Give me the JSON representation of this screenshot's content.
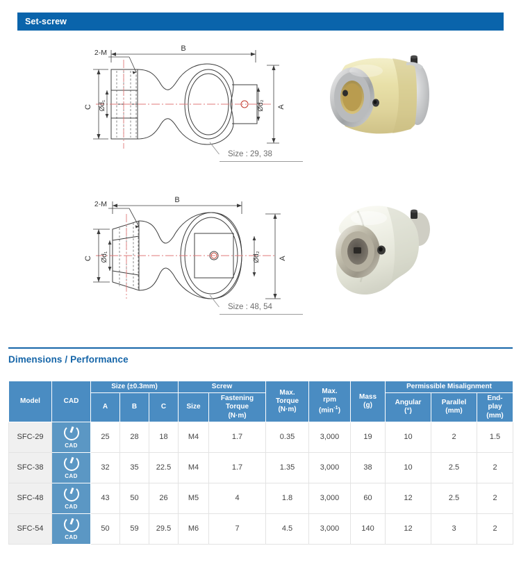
{
  "section": {
    "title": "Set-screw"
  },
  "figures": [
    {
      "id": "figure-size-29-38",
      "size_label": "Size : 29, 38",
      "drawing": {
        "callout_screw": "2-M",
        "dim_b": "B",
        "dim_a": "A",
        "dim_c": "C",
        "dim_d1": "Ød₁",
        "dim_d2": "Ød₂"
      },
      "photo_alt": "set-screw coupling beige"
    },
    {
      "id": "figure-size-48-54",
      "size_label": "Size : 48, 54",
      "drawing": {
        "callout_screw": "2-M",
        "dim_b": "B",
        "dim_a": "A",
        "dim_c": "C",
        "dim_d1": "Ød₁",
        "dim_d2": "Ød₂"
      },
      "photo_alt": "set-screw coupling white"
    }
  ],
  "performance": {
    "title": "Dimensions / Performance"
  },
  "table": {
    "group_headers": {
      "model": "Model",
      "cad": "CAD",
      "size": "Size (±0.3mm)",
      "screw": "Screw",
      "max_torque_l1": "Max.",
      "max_torque_l2": "Torque",
      "max_torque_l3": "(N·m)",
      "max_rpm_l1": "Max.",
      "max_rpm_l2": "rpm",
      "max_rpm_l3": "(min",
      "max_rpm_sup": "-1",
      "max_rpm_l3b": ")",
      "mass_l1": "Mass",
      "mass_l2": "(g)",
      "misalignment": "Permissible Misalignment"
    },
    "sub_headers": {
      "a": "A",
      "b": "B",
      "c": "C",
      "screw_size": "Size",
      "fastening_l1": "Fastening",
      "fastening_l2": "Torque",
      "fastening_l3": "(N·m)",
      "angular_l1": "Angular",
      "angular_l2": "(°)",
      "parallel_l1": "Parallel",
      "parallel_l2": "(mm)",
      "endplay_l1": "End-",
      "endplay_l2": "play",
      "endplay_l3": "(mm)"
    },
    "rows": [
      {
        "model": "SFC-29",
        "cad": "CAD",
        "a": "25",
        "b": "28",
        "c": "18",
        "screw_size": "M4",
        "fastening_torque": "1.7",
        "max_torque": "0.35",
        "max_rpm": "3,000",
        "mass": "19",
        "angular": "10",
        "parallel": "2",
        "endplay": "1.5"
      },
      {
        "model": "SFC-38",
        "cad": "CAD",
        "a": "32",
        "b": "35",
        "c": "22.5",
        "screw_size": "M4",
        "fastening_torque": "1.7",
        "max_torque": "1.35",
        "max_rpm": "3,000",
        "mass": "38",
        "angular": "10",
        "parallel": "2.5",
        "endplay": "2"
      },
      {
        "model": "SFC-48",
        "cad": "CAD",
        "a": "43",
        "b": "50",
        "c": "26",
        "screw_size": "M5",
        "fastening_torque": "4",
        "max_torque": "1.8",
        "max_rpm": "3,000",
        "mass": "60",
        "angular": "12",
        "parallel": "2.5",
        "endplay": "2"
      },
      {
        "model": "SFC-54",
        "cad": "CAD",
        "a": "50",
        "b": "59",
        "c": "29.5",
        "screw_size": "M6",
        "fastening_torque": "7",
        "max_torque": "4.5",
        "max_rpm": "3,000",
        "mass": "140",
        "angular": "12",
        "parallel": "3",
        "endplay": "2"
      }
    ]
  },
  "colors": {
    "section_bar": "#0a64ab",
    "perf_accent": "#1565a8",
    "table_header": "#4a8cc2",
    "cad_cell": "#5b97c4",
    "model_cell": "#f0f0f0"
  }
}
